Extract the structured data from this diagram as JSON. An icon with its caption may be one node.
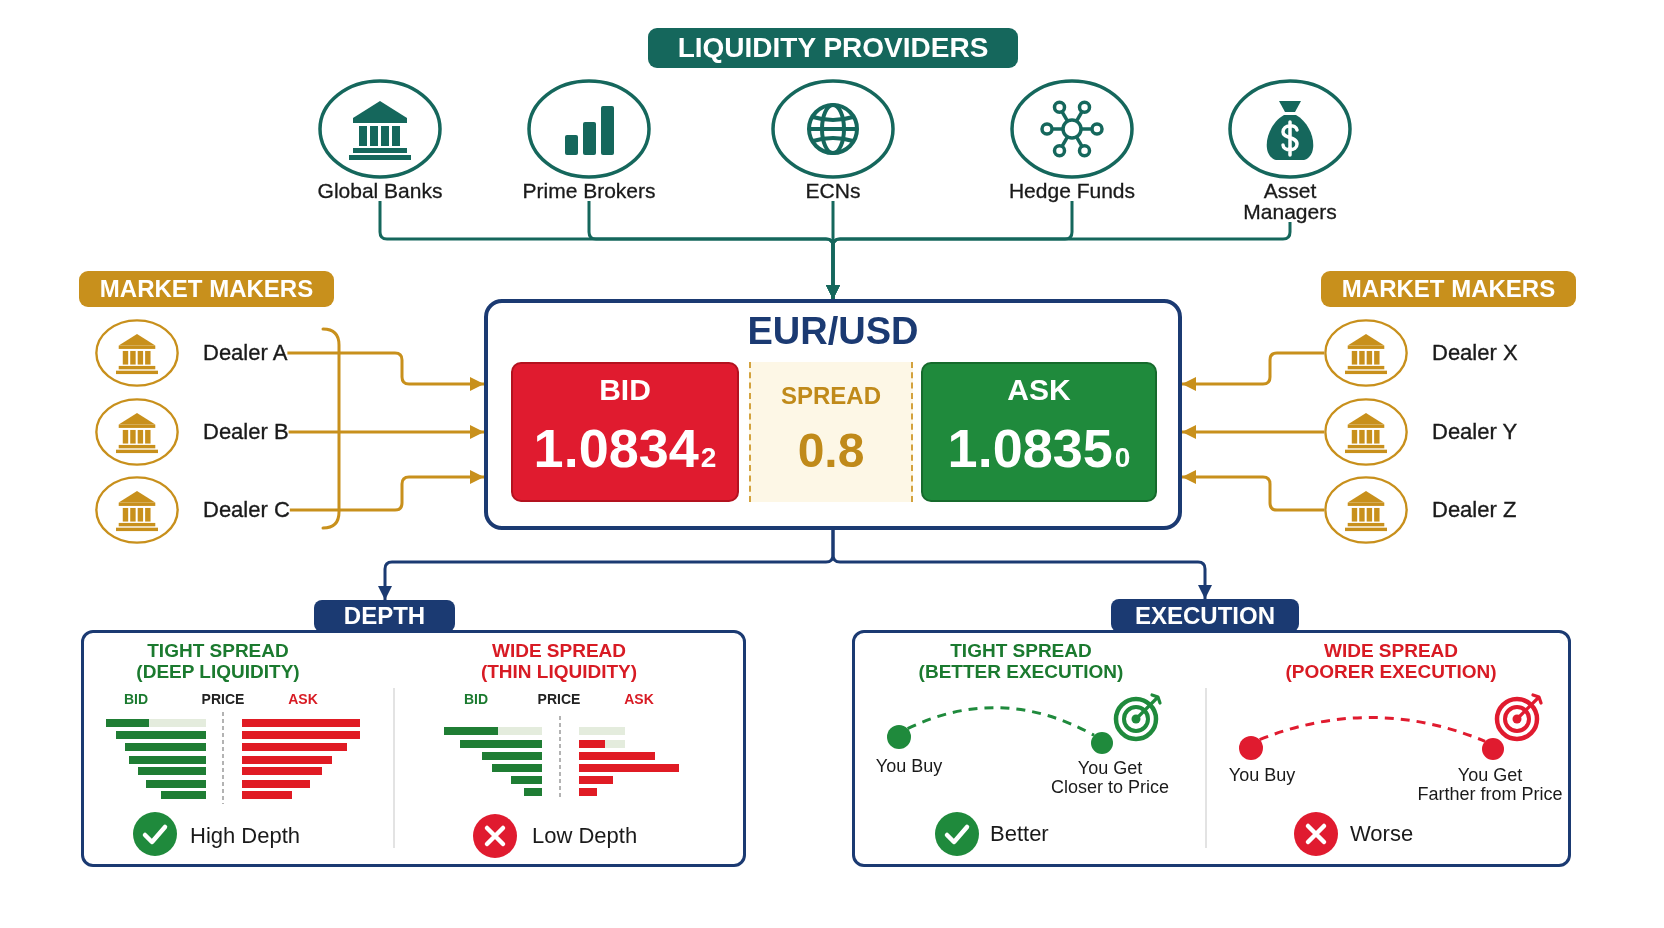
{
  "diagram": {
    "nodes": [
      {
        "text": [
          "LIQUIDITY PROVIDERS"
        ]
      },
      {
        "text": [
          "Global Banks"
        ]
      },
      {
        "text": [
          "Prime Brokers"
        ]
      },
      {
        "text": [
          "ECNs"
        ]
      },
      {
        "text": [
          "Hedge Funds"
        ]
      },
      {
        "text": [
          "Asset Managers"
        ]
      },
      {
        "text": [
          "MARKET MAKERS"
        ]
      },
      {
        "text": [
          "Dealer A"
        ]
      },
      {
        "text": [
          "Dealer B"
        ]
      },
      {
        "text": [
          "Dealer C"
        ]
      },
      {
        "text": [
          "MARKET MAKERS"
        ]
      },
      {
        "text": [
          "Dealer X"
        ]
      },
      {
        "text": [
          "Dealer Y"
        ]
      },
      {
        "text": [
          "Dealer Z"
        ]
      },
      {
        "text": [
          "EUR/USD"
        ]
      },
      {
        "text": [
          "BID",
          "1.0834$_{2}$"
        ],
        "in": 14
      },
      {
        "text": [
          "SPREAD",
          "0.8"
        ],
        "in": 14
      },
      {
        "text": [
          "ASK",
          "1.0835$_{0}$"
        ],
        "in": 14
      },
      {
        "text": [
          "DEPTH",
          "TIGHT SPREAD (DEEP LIQUIDITY)",
          "BID",
          "PRICE",
          "ASK",
          "High Depth",
          "WIDE SPREAD (THIN LIQUIDITY)",
          "BID",
          "PRICE",
          "ASK",
          "Low Depth"
        ]
      },
      {
        "text": [
          "EXECUTION",
          "TIGHT SPREAD (BETTER EXECUTION)",
          "Better",
          "WIDE SPREAD (POORER EXECUTION)",
          "Worse"
        ]
      },
      {
        "text": [],
        "shape": "circle",
        "beside": [
          "You Buy"
        ],
        "in": 19
      },
      {
        "text": [],
        "shape": "circle",
        "beside": [
          "You Get Closer to Price"
        ],
        "in": 19
      },
      {
        "text": [],
        "shape": "circle",
        "beside": [
          "You Buy"
        ],
        "in": 19
      },
      {
        "text": [],
        "shape": "circle",
        "beside": [
          "You Get Farther from Price"
        ],
        "in": 19
      }
    ],
    "edges": [
      {
        "from": 1,
        "to": 14,
        "arrow": "to",
        "color": "#15675c"
      },
      {
        "from": 2,
        "to": 14,
        "arrow": "to",
        "color": "#15675c"
      },
      {
        "from": 3,
        "to": 14,
        "arrow": "to",
        "color": "#15675c"
      },
      {
        "from": 4,
        "to": 14,
        "arrow": "to",
        "color": "#15675c"
      },
      {
        "from": 5,
        "to": 14,
        "arrow": "to",
        "color": "#15675c"
      },
      {
        "from": 7,
        "to": 14,
        "arrow": "to",
        "color": "#c8901c"
      },
      {
        "from": 8,
        "to": 14,
        "arrow": "to",
        "color": "#c8901c"
      },
      {
        "from": 9,
        "to": 14,
        "arrow": "to",
        "color": "#c8901c"
      },
      {
        "from": 11,
        "to": 14,
        "arrow": "to",
        "color": "#c8901c"
      },
      {
        "from": 12,
        "to": 14,
        "arrow": "to",
        "color": "#c8901c"
      },
      {
        "from": 13,
        "to": 14,
        "arrow": "to",
        "color": "#c8901c"
      },
      {
        "from": 14,
        "to": 18,
        "arrow": "to",
        "color": "#1b3a72"
      },
      {
        "from": 14,
        "to": 19,
        "arrow": "to",
        "color": "#1b3a72"
      },
      {
        "from": 20,
        "to": 21,
        "arrow": "none",
        "style": "dashed",
        "color": "#1f8a3c"
      },
      {
        "from": 22,
        "to": 23,
        "arrow": "none",
        "style": "dashed",
        "color": "#e01b2f"
      }
    ]
  }
}
